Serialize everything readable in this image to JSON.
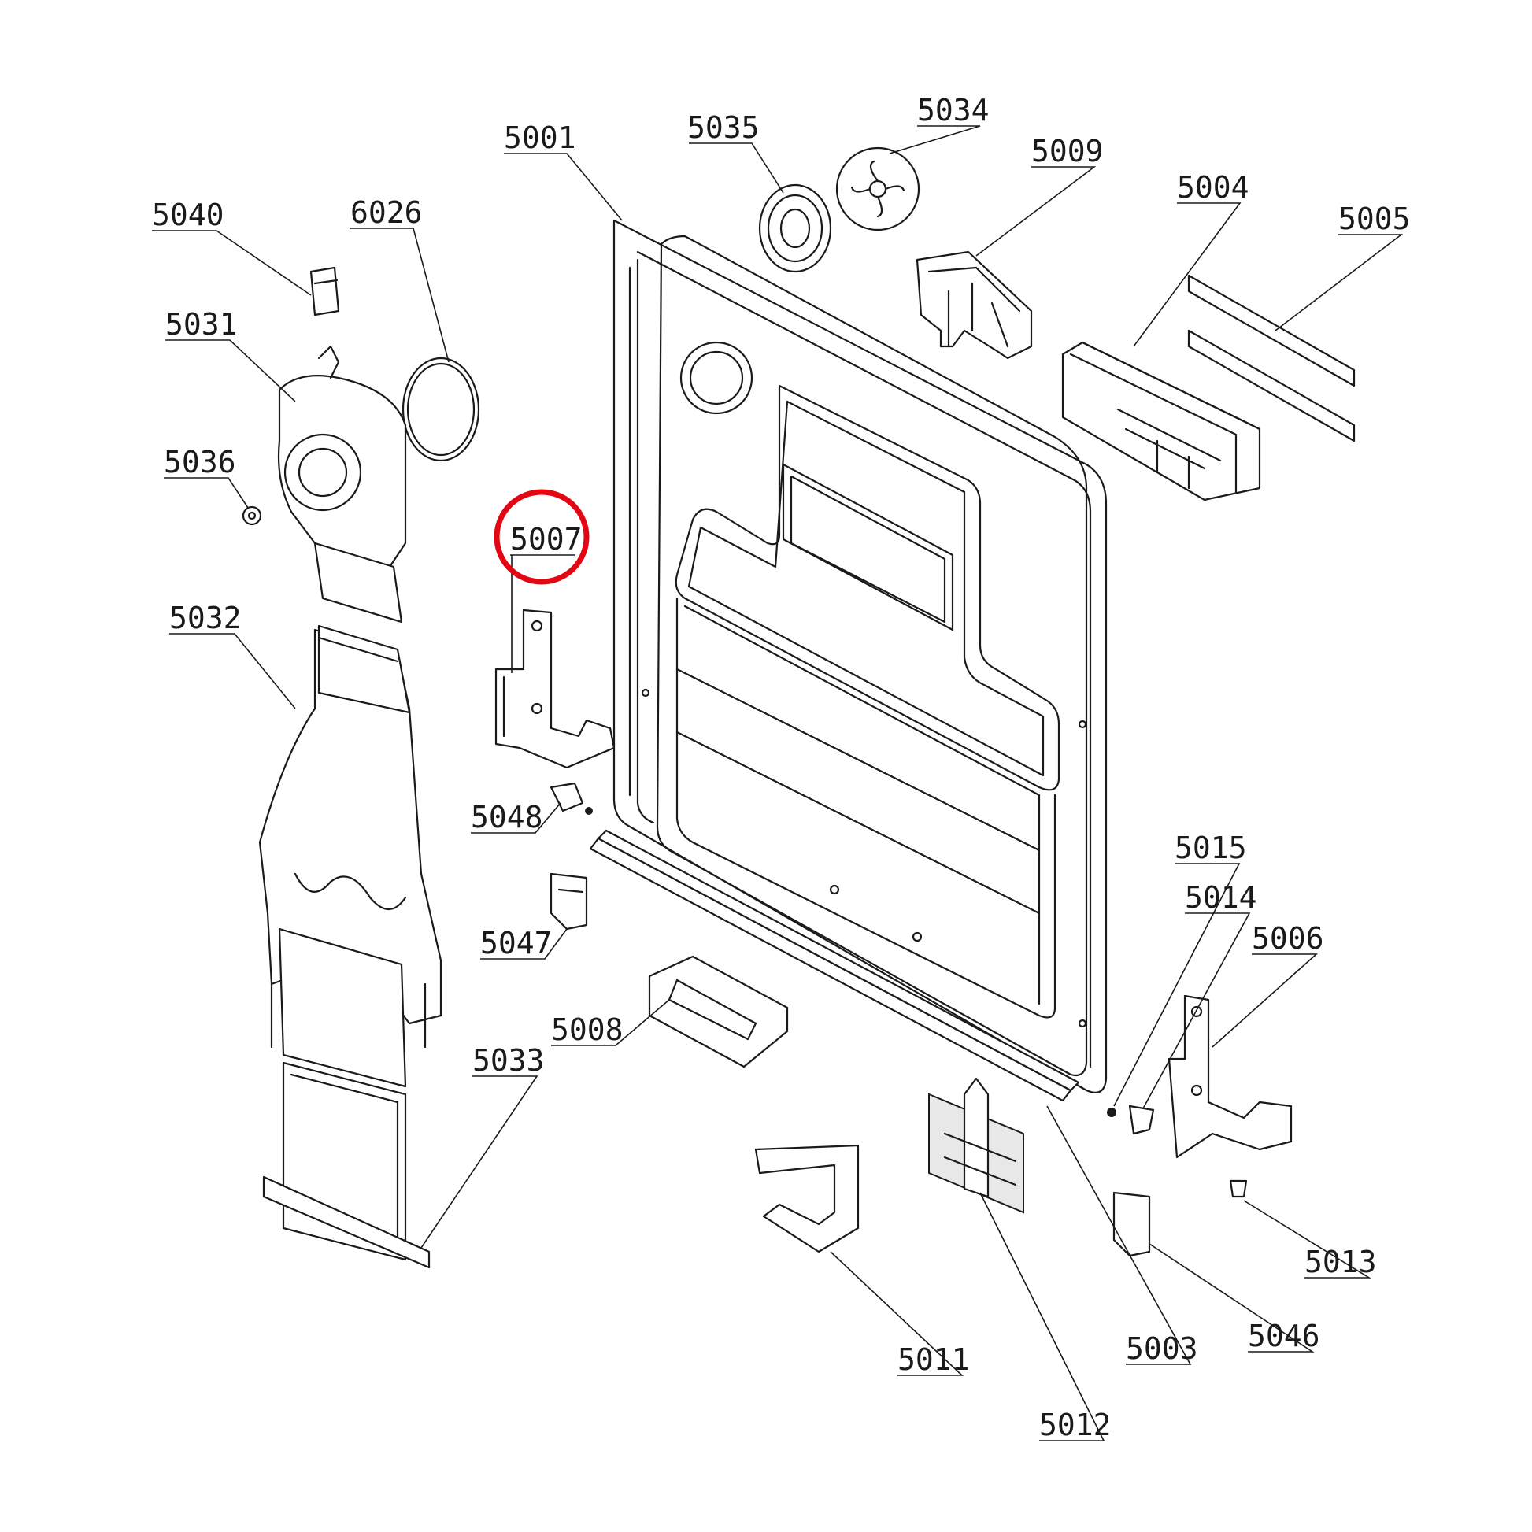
{
  "highlight_color": "#e30613",
  "callouts": {
    "p5001": "5001",
    "p5035": "5035",
    "p5034": "5034",
    "p5009": "5009",
    "p5004": "5004",
    "p5005": "5005",
    "p5040": "5040",
    "p6026": "6026",
    "p5031": "5031",
    "p5036": "5036",
    "p5007": "5007",
    "p5032": "5032",
    "p5048": "5048",
    "p5047": "5047",
    "p5008": "5008",
    "p5033": "5033",
    "p5015": "5015",
    "p5014": "5014",
    "p5006": "5006",
    "p5013": "5013",
    "p5046": "5046",
    "p5003": "5003",
    "p5011": "5011",
    "p5012": "5012"
  },
  "highlighted_part": "5007"
}
